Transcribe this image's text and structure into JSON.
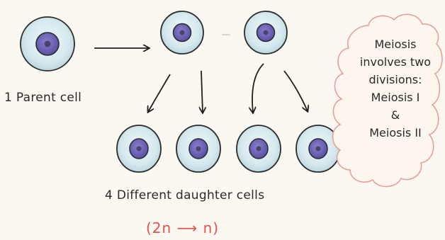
{
  "labels": {
    "parent": "1 Parent cell",
    "daughters": "4 Different daughter cells",
    "ratio": "(2n ⟶ n)"
  },
  "note": {
    "lines": [
      "Meiosis",
      "involves two",
      "divisions:",
      "Meiosis I",
      "&",
      "Meiosis II"
    ]
  },
  "colors": {
    "background": "#fbf8f1",
    "cell_fill": "#d6e9ee",
    "nucleus": "#6f63b8",
    "nucleolus": "#4a4466",
    "ink": "#1e1e1e",
    "cloud_outline": "#e89a94",
    "ratio_text": "#e0524d"
  }
}
